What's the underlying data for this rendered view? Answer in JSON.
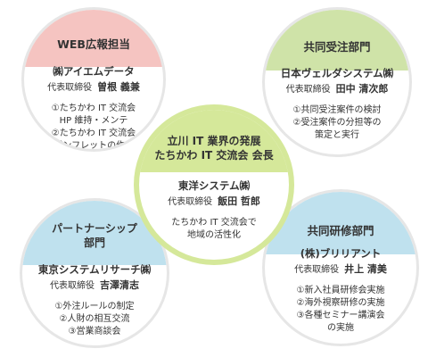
{
  "web": {
    "title": "WEB広報担当",
    "company": "㈱アイエムデータ",
    "role": "代表取締役",
    "name": "曽根 義兼",
    "items": [
      "①たちかわ IT 交流会",
      "HP 維持・メンテ",
      "②たちかわ IT 交流会",
      "パンフレットの作成"
    ]
  },
  "order": {
    "title": "共同受注部門",
    "company": "日本ヴェルダシステム㈱",
    "role": "代表取締役",
    "name": "田中 清次郎",
    "items": [
      "①共同受注案件の検討",
      "②受注案件の分担等の",
      "策定と実行"
    ]
  },
  "center": {
    "title_line1": "立川 IT 業界の発展",
    "title_line2": "たちかわ IT 交流会 会長",
    "company": "東洋システム㈱",
    "role": "代表取締役",
    "name": "飯田 哲郎",
    "tagline_line1": "たちかわ IT 交流会で",
    "tagline_line2": "地域の活性化"
  },
  "partner": {
    "title_line1": "パートナーシップ",
    "title_line2": "部門",
    "company": "東京システムリサーチ㈱",
    "role": "代表取締役",
    "name": "吉澤清志",
    "items": [
      "①外注ルールの制定",
      "②人財の相互交流",
      "③営業商談会"
    ]
  },
  "training": {
    "title": "共同研修部門",
    "company": "(株)ブリリアント",
    "role": "代表取締役",
    "name": "井上 清美",
    "items": [
      "①新入社員研修会実施",
      "②海外視察研修の実施",
      "③各種セミナー講演会",
      "の実施"
    ]
  },
  "colors": {
    "pink": "#f5c4c1",
    "green": "#cfe3a8",
    "center_green": "#d5e89a",
    "blue": "#bfe1ee",
    "ring": "#e6e6e6"
  }
}
